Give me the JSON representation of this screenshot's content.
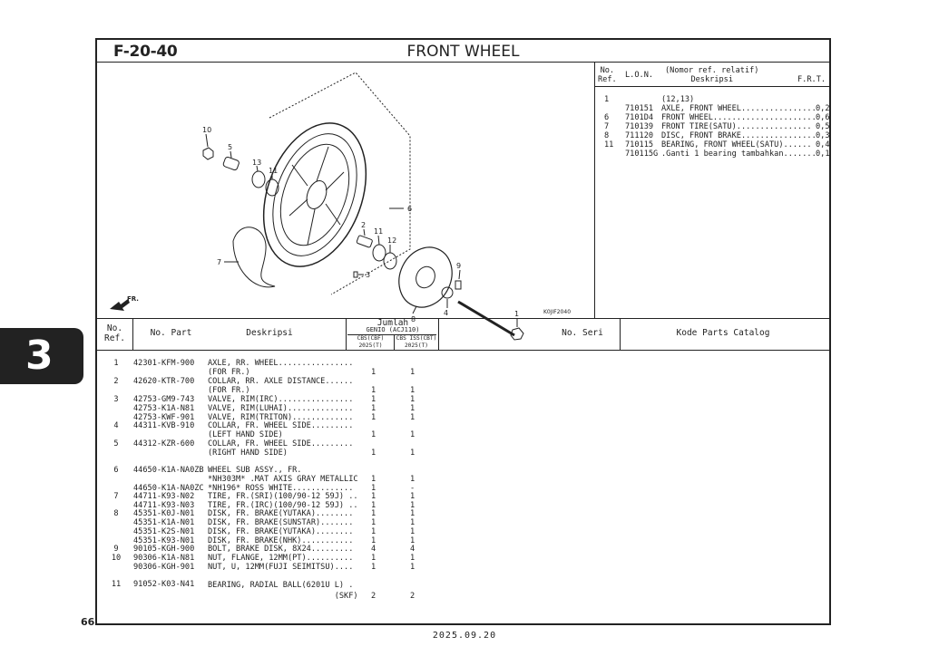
{
  "header": {
    "code": "F-20-40",
    "title": "FRONT WHEEL"
  },
  "diagram": {
    "figure_code": "K0JIF2040",
    "direction_label": "FR.",
    "callouts": [
      "10",
      "5",
      "13",
      "11",
      "6",
      "2",
      "11",
      "12",
      "7",
      "3",
      "9",
      "8",
      "4",
      "1"
    ]
  },
  "ref_table": {
    "headers": {
      "no_ref": "No.\nRef.",
      "lon": "L.O.N.",
      "desc": "(Nomor ref. relatif)\nDeskripsi",
      "frt": "F.R.T."
    },
    "rows": [
      {
        "ref": "1",
        "lon": "",
        "desc": "(12,13)",
        "frt": ""
      },
      {
        "ref": "",
        "lon": "710151",
        "desc": "AXLE, FRONT WHEEL................",
        "frt": "0,2"
      },
      {
        "ref": "6",
        "lon": "7101D4",
        "desc": "FRONT WHEEL......................",
        "frt": "0,6"
      },
      {
        "ref": "7",
        "lon": "710139",
        "desc": "FRONT TIRE(SATU)................",
        "frt": "0,5"
      },
      {
        "ref": "8",
        "lon": "711120",
        "desc": "DISC, FRONT BRAKE................",
        "frt": "0,3"
      },
      {
        "ref": "11",
        "lon": "710115",
        "desc": "BEARING, FRONT WHEEL(SATU)......",
        "frt": "0,4"
      },
      {
        "ref": "",
        "lon": "710115G",
        "desc": ".Ganti 1 bearing tambahkan.......",
        "frt": "0,1"
      }
    ]
  },
  "parts_table": {
    "headers": {
      "no_ref": "No.\nRef.",
      "no_part": "No. Part",
      "desc": "Deskripsi",
      "jumlah": "Jumlah",
      "model": "GENIO (ACJ110)",
      "col1": "CBS(CBF)\n2025(T)",
      "col2": "CBS ISS(CBT)\n2025(T)",
      "no_seri": "No. Seri",
      "catalog": "Kode Parts Catalog"
    },
    "rows": [
      {
        "ref": "1",
        "part": "42301-KFM-900",
        "desc": "AXLE, RR. WHEEL................\n(FOR FR.)",
        "q1": "\n1",
        "q2": "\n1"
      },
      {
        "ref": "2",
        "part": "42620-KTR-700",
        "desc": "COLLAR, RR. AXLE DISTANCE......\n(FOR FR.)",
        "q1": "\n1",
        "q2": "\n1"
      },
      {
        "ref": "3",
        "part": "42753-GM9-743\n42753-K1A-N81\n42753-KWF-901",
        "desc": "VALVE, RIM(IRC)................\nVALVE, RIM(LUHAI)..............\nVALVE, RIM(TRITON).............",
        "q1": "1\n1\n1",
        "q2": "1\n1\n1"
      },
      {
        "ref": "4",
        "part": "44311-KVB-910",
        "desc": "COLLAR, FR. WHEEL SIDE.........\n(LEFT HAND SIDE)",
        "q1": "\n1",
        "q2": "\n1"
      },
      {
        "ref": "5",
        "part": "44312-KZR-600",
        "desc": "COLLAR, FR. WHEEL SIDE.........\n(RIGHT HAND SIDE)",
        "q1": "\n1",
        "q2": "\n1"
      },
      {
        "ref": "6",
        "part": "44650-K1A-NA0ZB\n\n44650-K1A-NA0ZC",
        "desc": "WHEEL SUB ASSY., FR.\n*NH303M* .MAT AXIS GRAY METALLIC\n*NH196* ROSS WHITE.............",
        "q1": "\n1\n1",
        "q2": "\n1\n-"
      },
      {
        "ref": "7",
        "part": "44711-K93-N02\n44711-K93-N03",
        "desc": "TIRE, FR.(SRI)(100/90-12 59J) ..\nTIRE, FR.(IRC)(100/90-12 59J) ..",
        "q1": "1\n1",
        "q2": "1\n1"
      },
      {
        "ref": "8",
        "part": "45351-K0J-N01\n45351-K1A-N01\n45351-K2S-N01\n45351-K93-N01",
        "desc": "DISK, FR. BRAKE(YUTAKA)........\nDISK, FR. BRAKE(SUNSTAR).......\nDISK, FR. BRAKE(YUTAKA)........\nDISK, FR. BRAKE(NHK)...........",
        "q1": "1\n1\n1\n1",
        "q2": "1\n1\n1\n1"
      },
      {
        "ref": "9",
        "part": "90105-KGH-900",
        "desc": "BOLT, BRAKE DISK, 8X24.........",
        "q1": "4",
        "q2": "4"
      },
      {
        "ref": "10",
        "part": "90306-K1A-N81\n90306-KGH-901",
        "desc": "NUT, FLANGE, 12MM(PT)..........\nNUT, U, 12MM(FUJI SEIMITSU)....",
        "q1": "1\n1",
        "q2": "1\n1"
      },
      {
        "ref": "11",
        "part": "91052-K03-N41",
        "desc": "BEARING, RADIAL BALL(6201U L) .\n                           (SKF)",
        "q1": "\n2",
        "q2": "\n2"
      }
    ]
  },
  "footer": {
    "section_tab": "3",
    "page_number": "66",
    "date": "2025.09.20"
  }
}
